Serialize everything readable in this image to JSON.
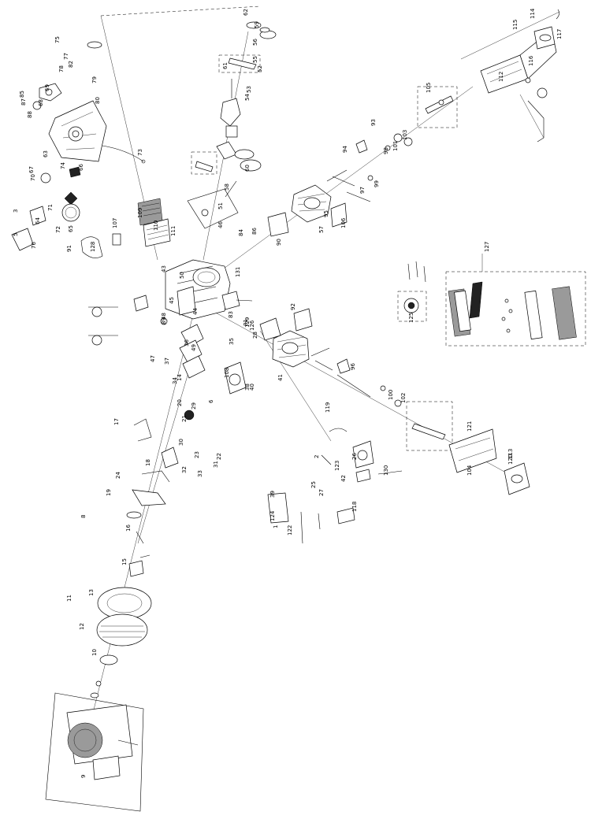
{
  "diagram": {
    "parts": [
      "1",
      "2",
      "3",
      "5",
      "6",
      "8",
      "9",
      "10",
      "11",
      "12",
      "13",
      "14",
      "15",
      "16",
      "17",
      "18",
      "19",
      "20",
      "21",
      "22",
      "23",
      "24",
      "25",
      "26",
      "27",
      "28",
      "29",
      "30",
      "31",
      "32",
      "33",
      "34",
      "35",
      "36",
      "37",
      "38",
      "39",
      "40",
      "41",
      "42",
      "43",
      "44",
      "45",
      "46",
      "47",
      "48",
      "49",
      "50",
      "51",
      "52",
      "53",
      "54",
      "55",
      "56",
      "57",
      "58",
      "59",
      "60",
      "61",
      "62",
      "63",
      "64",
      "65",
      "66",
      "67",
      "68",
      "69",
      "70",
      "71",
      "72",
      "73",
      "74",
      "75",
      "76",
      "77",
      "78",
      "79",
      "80",
      "81",
      "82",
      "83",
      "84",
      "85",
      "86",
      "87",
      "88",
      "89",
      "90",
      "91",
      "92",
      "93",
      "94",
      "95",
      "96",
      "97",
      "98",
      "99",
      "100",
      "101",
      "102",
      "103",
      "104",
      "105",
      "106",
      "107",
      "108",
      "109",
      "110",
      "111",
      "112",
      "113",
      "114",
      "115",
      "116",
      "117",
      "118",
      "119",
      "120",
      "121",
      "122",
      "123",
      "124",
      "125",
      "126",
      "127",
      "128",
      "129",
      "130",
      "131"
    ]
  }
}
